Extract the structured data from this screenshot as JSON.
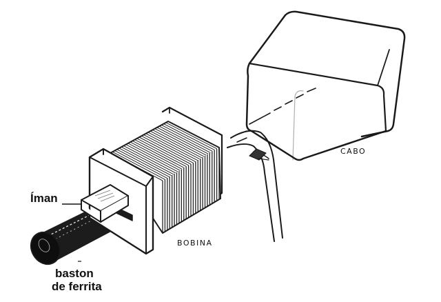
{
  "labels": {
    "magnet": "Íman",
    "ferrite_line1": "baston",
    "ferrite_line2": "de ferrita",
    "coil": "BOBINA",
    "case": "CABO"
  }
}
